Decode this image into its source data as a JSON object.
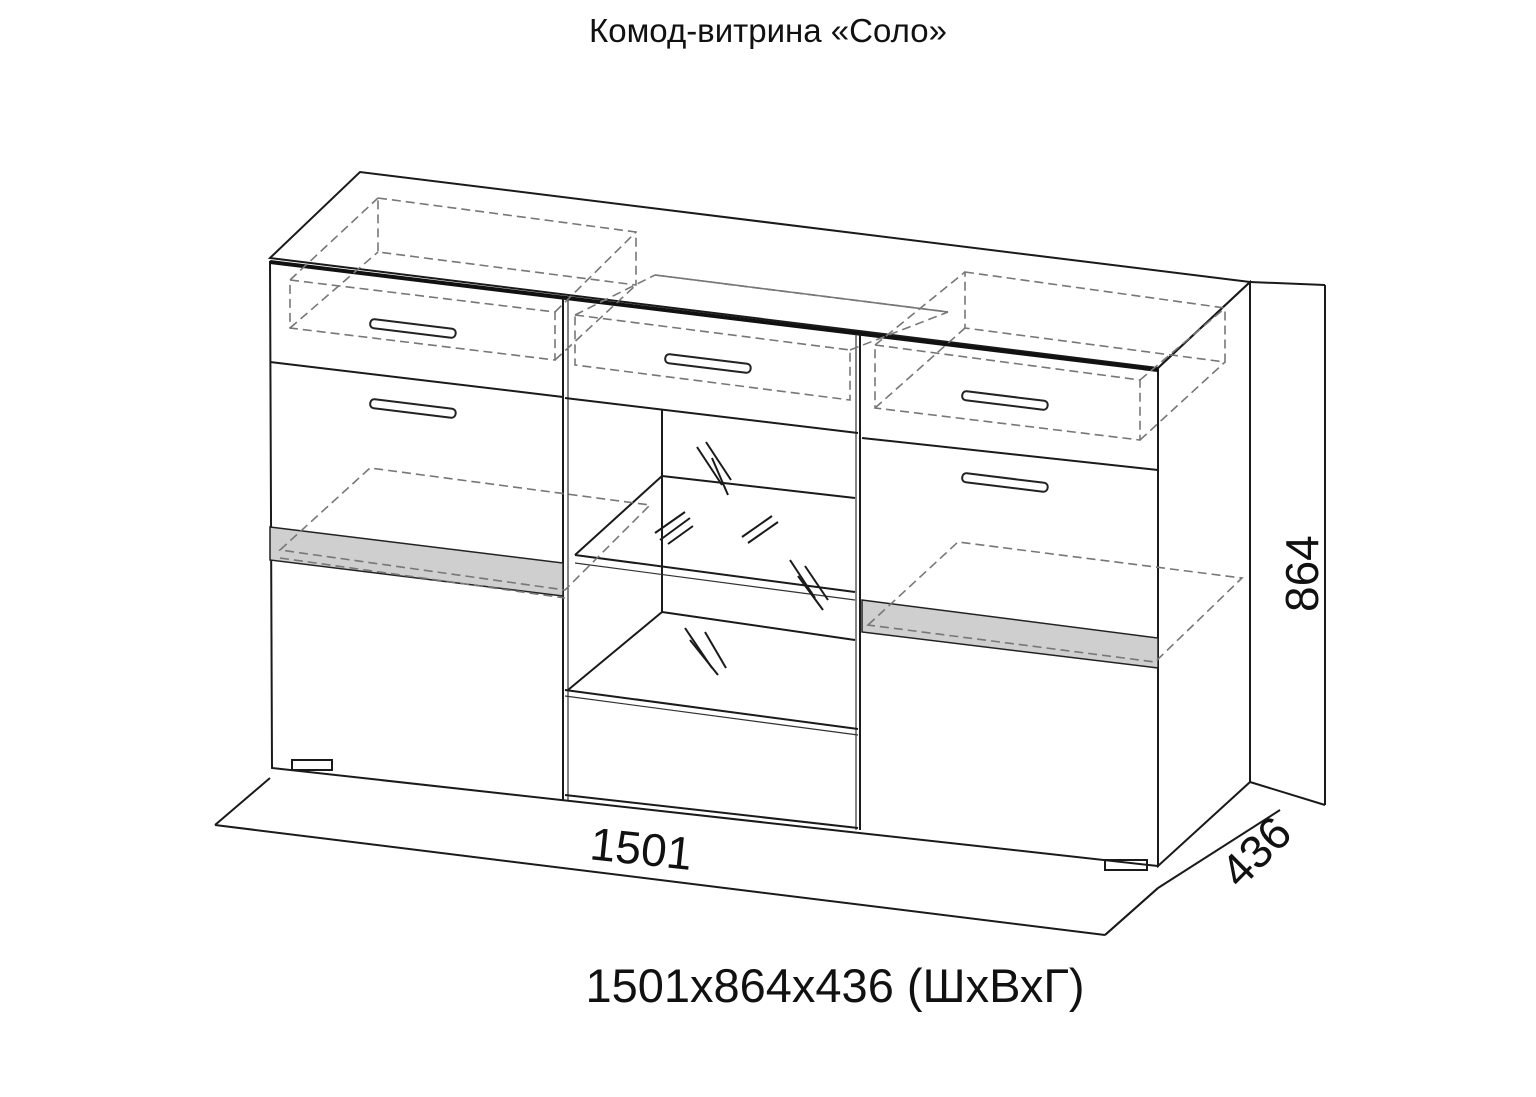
{
  "title": "Комод-витрина «Соло»",
  "dimensions_label": "1501x864x436 (ШхВхГ)",
  "dimension_marks": {
    "width": "1501",
    "height": "864",
    "depth": "436"
  }
}
